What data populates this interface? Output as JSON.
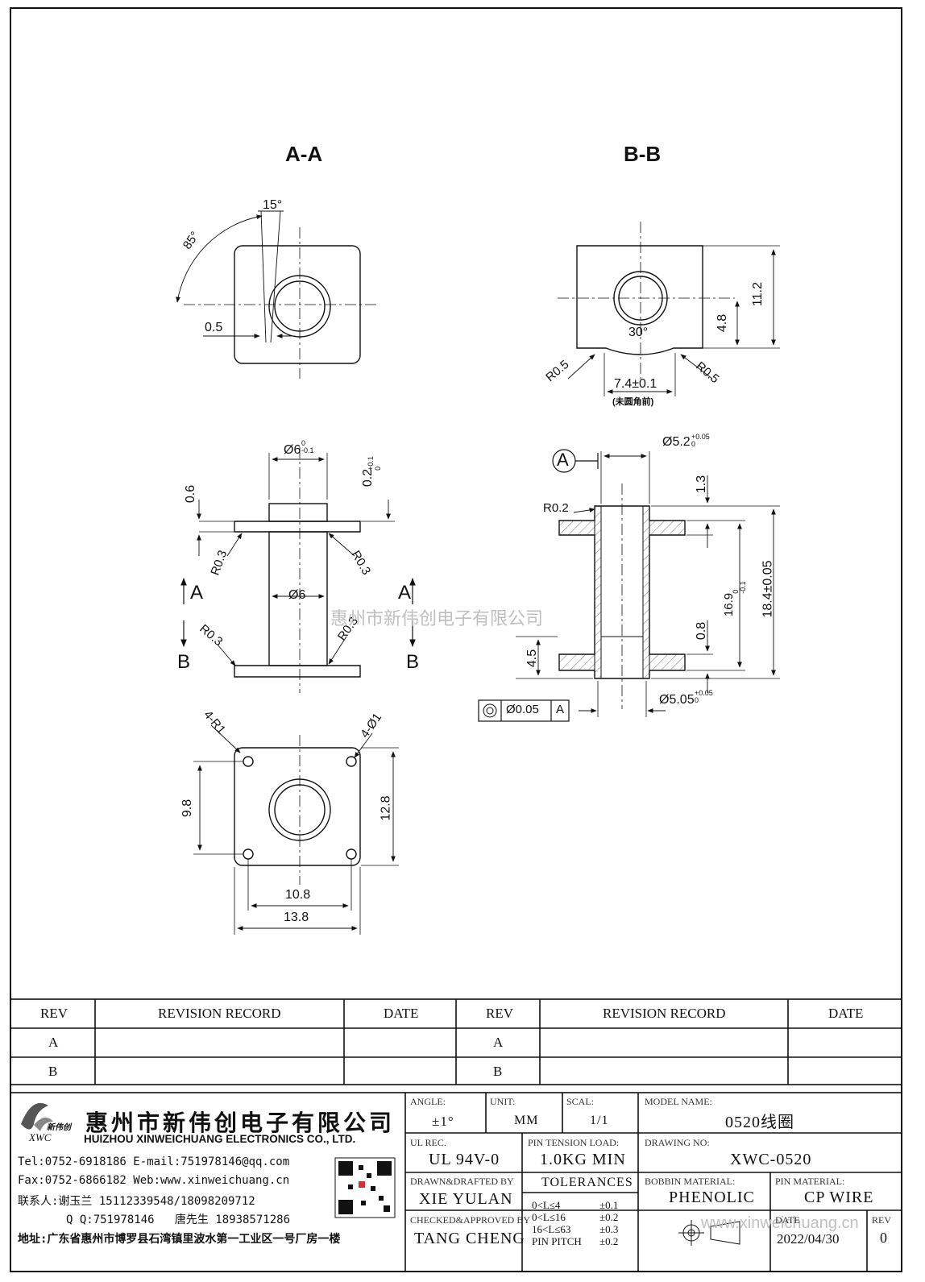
{
  "views": {
    "aa_title": "A-A",
    "bb_title": "B-B"
  },
  "dims": {
    "aa_top": {
      "angle85": "85°",
      "angle15": "15°",
      "w05": "0.5"
    },
    "bb_top": {
      "h112": "11.2",
      "h48": "4.8",
      "a30": "30°",
      "r05l": "R0.5",
      "r05r": "R0.5",
      "w74": "7.4±0.1",
      "note": "(未圆角前)"
    },
    "front": {
      "d6top": "Ø6",
      "d6top_tol": "0\n-0.1",
      "t02": "0.2",
      "t02_tol": "+0.1\n0",
      "h06": "0.6",
      "r03a": "R0.3",
      "r03b": "R0.3",
      "r03c": "R0.3",
      "r03d": "R0.3",
      "d6": "Ø6",
      "secA_l": "A",
      "secA_r": "A",
      "secB_l": "B",
      "secB_r": "B"
    },
    "bottom": {
      "r1": "4-R1",
      "d1": "4-Ø1",
      "h98": "9.8",
      "h128": "12.8",
      "w108": "10.8",
      "w138": "13.8"
    },
    "section": {
      "datum": "A",
      "d52": "Ø5.2",
      "d52_tol": "+0.05\n0",
      "h13": "1.3",
      "r02": "R0.2",
      "h169": "16.9",
      "h169_tol": "0\n-0.1",
      "h184": "18.4±0.05",
      "h45": "4.5",
      "h08": "0.8",
      "d505": "Ø5.05",
      "d505_tol": "+0.05\n0",
      "fcf_tol": "Ø0.05",
      "fcf_datum": "A"
    }
  },
  "watermarks": {
    "center": "惠州市新伟创电子有限公司",
    "bottom": "www.xinweichuang.cn"
  },
  "revision_table": {
    "headers": [
      "REV",
      "REVISION RECORD",
      "DATE",
      "REV",
      "REVISION RECORD",
      "DATE"
    ],
    "rows": [
      [
        "A",
        "",
        "",
        "A",
        "",
        ""
      ],
      [
        "B",
        "",
        "",
        "B",
        "",
        ""
      ]
    ]
  },
  "company": {
    "logo_name": "新伟创",
    "logo_abbr": "XWC",
    "name_cn": "惠州市新伟创电子有限公司",
    "name_en": "HUIZHOU XINWEICHUANG ELECTRONICS CO., LTD.",
    "line1": "Tel:0752-6918186 E-mail:751978146@qq.com",
    "line2": "Fax:0752-6866182 Web:www.xinweichuang.cn",
    "line3": "联系人:谢玉兰 15112339548/18098209712",
    "line4": "Q Q:751978146   唐先生 18938571286",
    "line5": "地址:广东省惠州市博罗县石湾镇里波水第一工业区一号厂房一楼"
  },
  "title_block": {
    "angle_label": "ANGLE:",
    "angle": "±1°",
    "unit_label": "UNIT:",
    "unit": "MM",
    "scale_label": "SCAL:",
    "scale": "1/1",
    "model_label": "MODEL NAME:",
    "model": "0520线圈",
    "ul_label": "UL REC.",
    "ul": "UL 94V-0",
    "pin_label": "PIN TENSION LOAD:",
    "pin": "1.0KG MIN",
    "drawing_label": "DRAWING NO:",
    "drawing": "XWC-0520",
    "drawn_label": "DRAWN&DRAFTED BY",
    "drawn": "XIE YULAN",
    "tol_title": "TOLERANCES",
    "tol_rows": [
      [
        "0<L≤4",
        "±0.1"
      ],
      [
        "0<L≤16",
        "±0.2"
      ],
      [
        "16<L≤63",
        "±0.3"
      ],
      [
        "PIN PITCH",
        "±0.2"
      ]
    ],
    "bobbin_label": "BOBBIN MATERIAL:",
    "bobbin": "PHENOLIC",
    "pinmat_label": "PIN MATERIAL:",
    "pinmat": "CP WIRE",
    "checked_label": "CHECKED&APPROVED BY",
    "checked": "TANG CHENG",
    "date_label": "DATE",
    "date": "2022/04/30",
    "rev_label": "REV",
    "rev": "0"
  }
}
